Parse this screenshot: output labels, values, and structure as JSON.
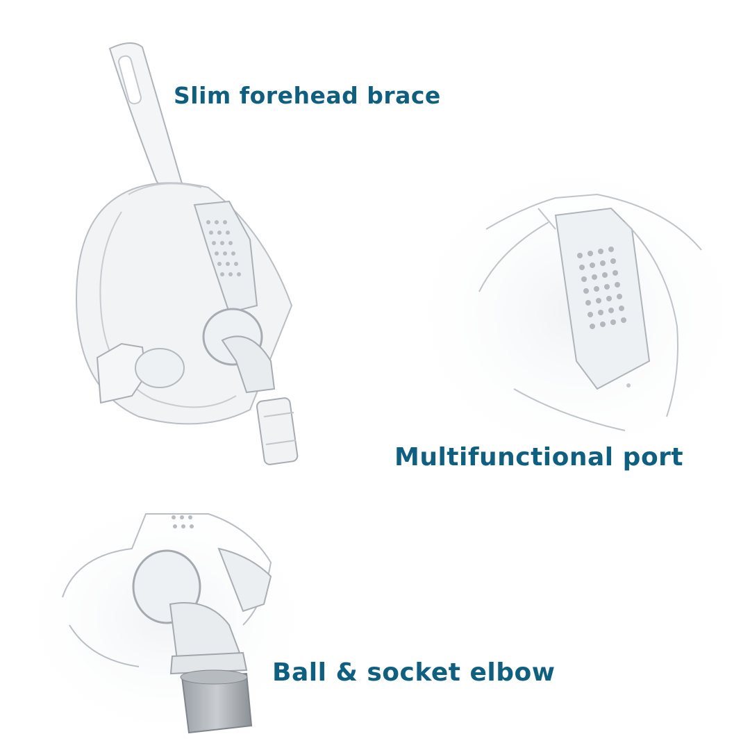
{
  "callouts": {
    "forehead_brace": "Slim forehead brace",
    "port": "Multifunctional port",
    "elbow": "Ball & socket elbow"
  },
  "colors": {
    "label_text": "#0f5f80",
    "plastic_stroke": "#b9bec4",
    "plastic_fill": "#eef1f4",
    "connector_gray": "#8e949a"
  }
}
